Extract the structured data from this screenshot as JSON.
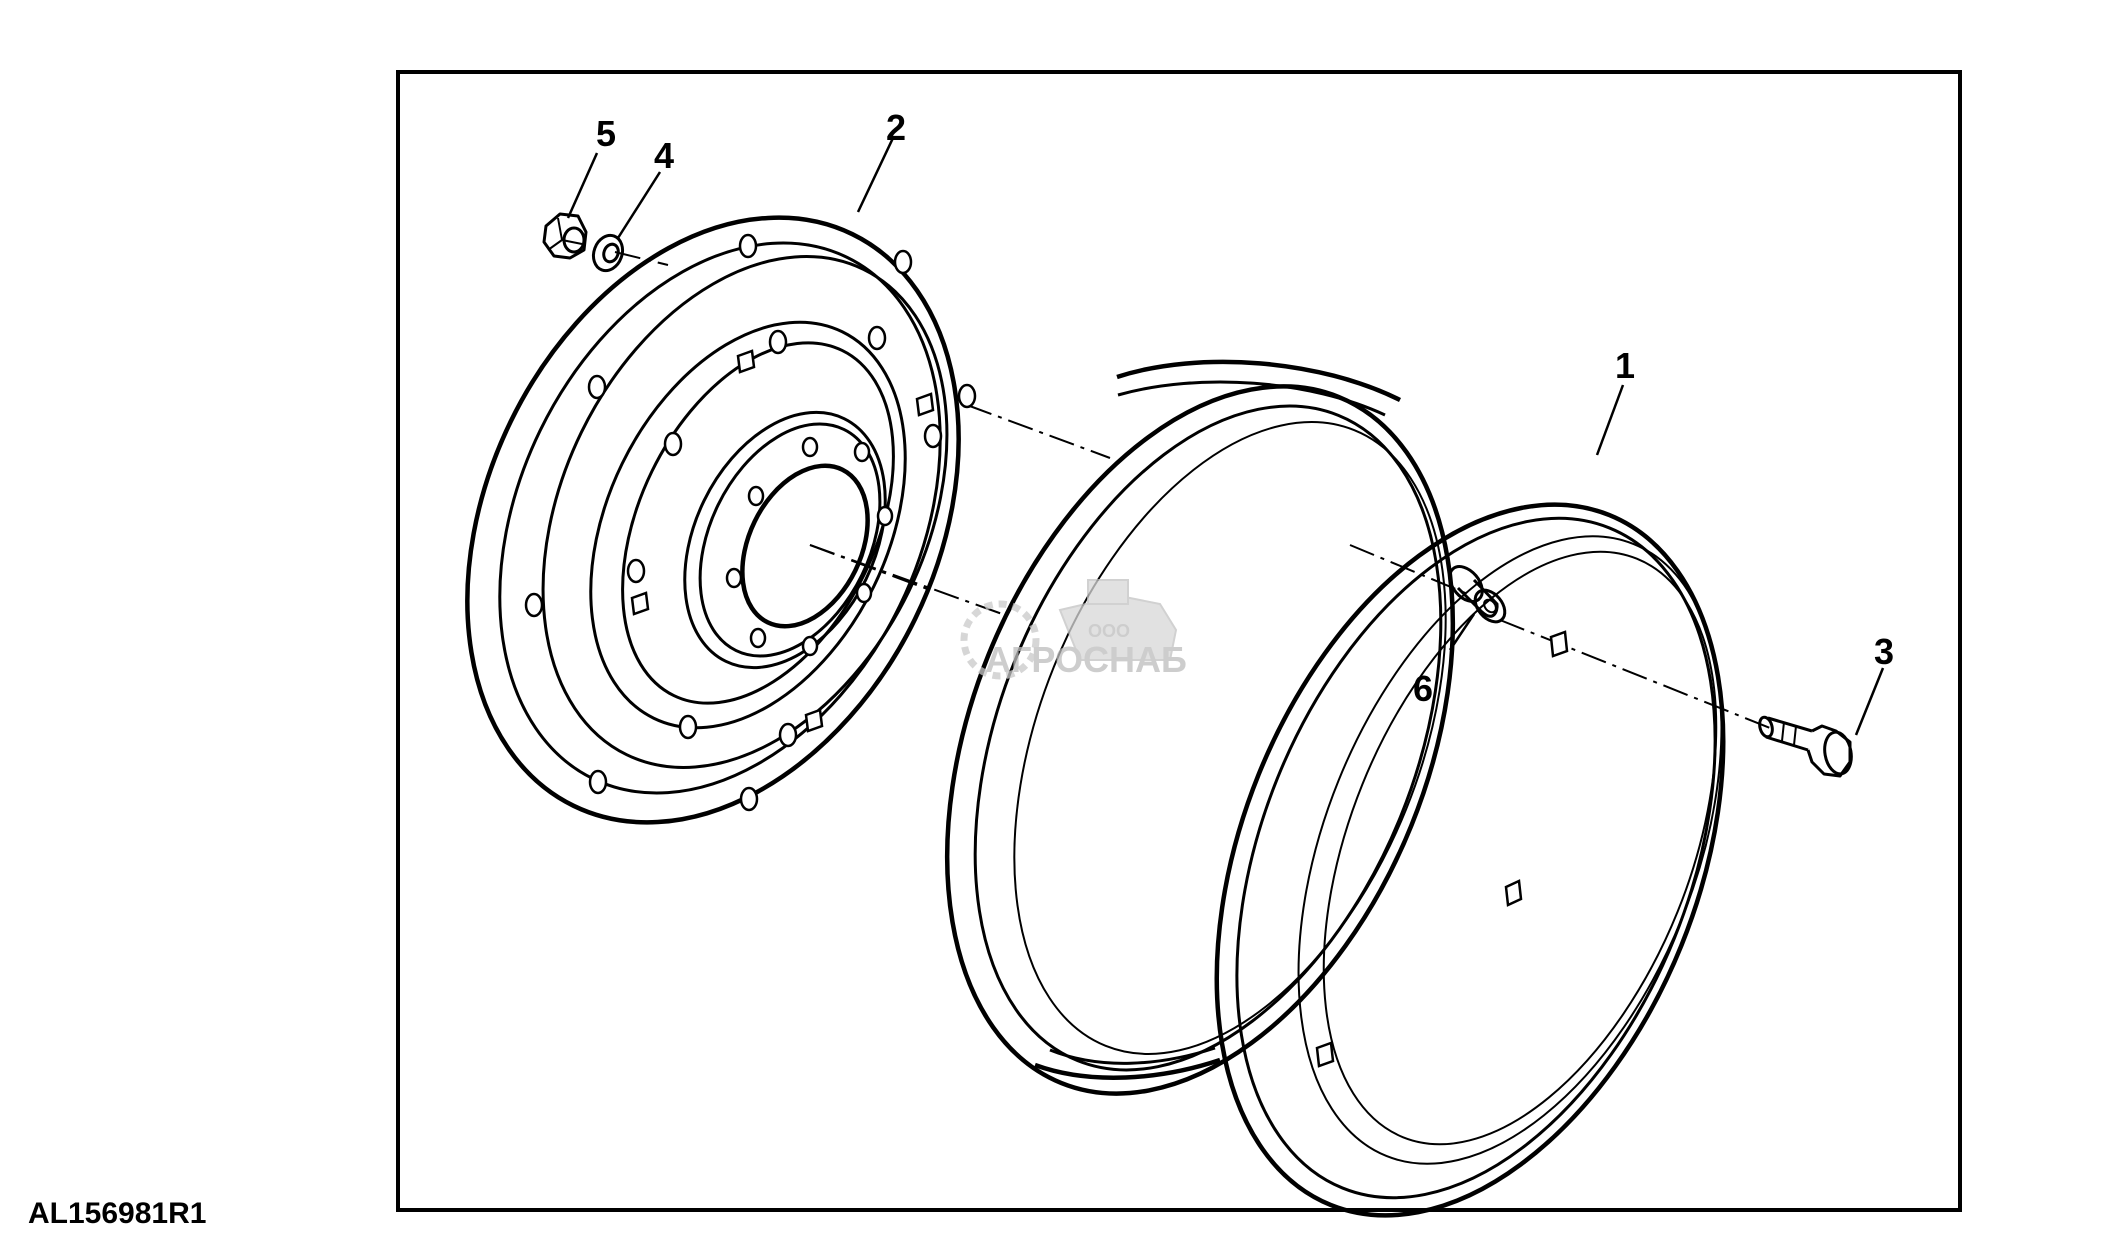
{
  "figure_id": "AL156981R1",
  "callouts": [
    {
      "number": "1",
      "part": "rim"
    },
    {
      "number": "2",
      "part": "center-disc"
    },
    {
      "number": "3",
      "part": "bolt"
    },
    {
      "number": "4",
      "part": "washer"
    },
    {
      "number": "5",
      "part": "nut"
    },
    {
      "number": "6",
      "part": "spacer"
    }
  ],
  "watermark": {
    "small_text": "ООО",
    "brand_text": "АГРОСНАБ",
    "icon": "gear-harvester-logo"
  },
  "colors": {
    "line": "#000000",
    "background": "#ffffff",
    "watermark": "#bdbdbd"
  }
}
